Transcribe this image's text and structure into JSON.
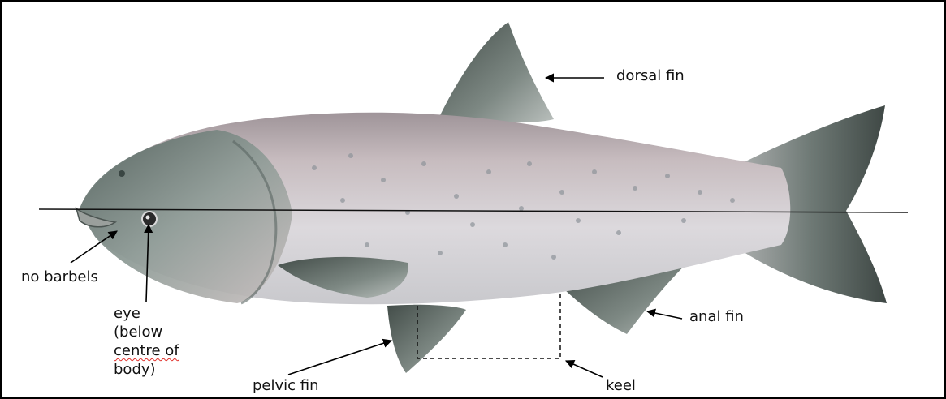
{
  "labels": {
    "dorsal_fin": "dorsal fin",
    "no_barbels": "no barbels",
    "eye_line1": "eye",
    "eye_line2": "(below",
    "eye_line3": "centre of",
    "eye_line4": "body)",
    "anal_fin": "anal fin",
    "pelvic_fin": "pelvic fin",
    "keel": "keel"
  },
  "colors": {
    "frame": "#000000",
    "arrow": "#000000",
    "body": "#cfc9cc",
    "back": "#b7aeb2",
    "head": "#6d7d78",
    "fin": "#5f6b66",
    "spell_underline": "#e0302a"
  }
}
